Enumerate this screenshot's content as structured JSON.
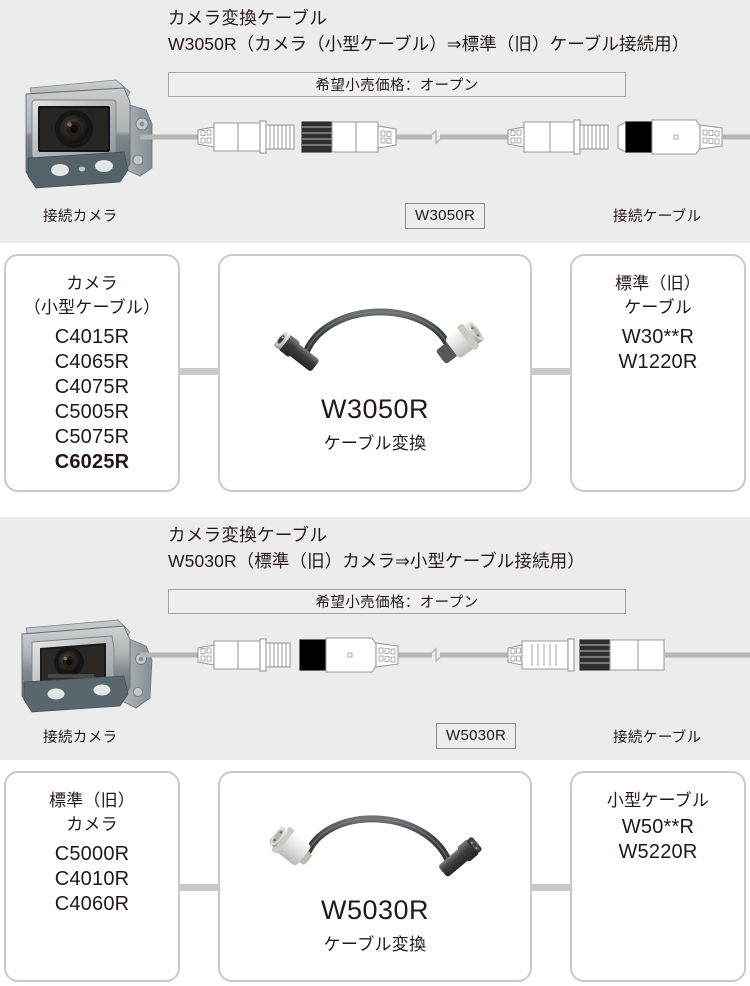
{
  "sections": [
    {
      "id": "w3050r",
      "header_line1": "カメラ変換ケーブル",
      "header_line2": "W3050R（カメラ（小型ケーブル）⇒標準（旧）ケーブル接続用）",
      "price_label": "希望小売価格：オープン",
      "left_label": "接続カメラ",
      "center_badge": "W3050R",
      "right_label": "接続ケーブル",
      "flow": {
        "left_card": {
          "head_line1": "カメラ",
          "head_line2": "（小型ケーブル）",
          "codes": [
            "C4015R",
            "C4065R",
            "C4075R",
            "C5005R",
            "C5075R",
            "C6025R"
          ],
          "bold_codes": [
            "C6025R"
          ]
        },
        "center_card": {
          "title": "W3050R",
          "subtitle": "ケーブル変換",
          "connector_left": "dark",
          "connector_right": "white"
        },
        "right_card": {
          "head_line1": "標準（旧）",
          "head_line2": "ケーブル",
          "codes": [
            "W30**R",
            "W1220R"
          ],
          "bold_codes": []
        }
      }
    },
    {
      "id": "w5030r",
      "header_line1": "カメラ変換ケーブル",
      "header_line2": "W5030R（標準（旧）カメラ⇒小型ケーブル接続用）",
      "price_label": "希望小売価格：オープン",
      "left_label": "接続カメラ",
      "center_badge": "W5030R",
      "right_label": "接続ケーブル",
      "flow": {
        "left_card": {
          "head_line1": "標準（旧）",
          "head_line2": "カメラ",
          "codes": [
            "C5000R",
            "C4010R",
            "C4060R"
          ],
          "bold_codes": []
        },
        "center_card": {
          "title": "W5030R",
          "subtitle": "ケーブル変換",
          "connector_left": "white",
          "connector_right": "dark"
        },
        "right_card": {
          "head_line1": "小型ケーブル",
          "head_line2": "",
          "codes": [
            "W50**R",
            "W5220R"
          ],
          "bold_codes": []
        }
      }
    }
  ],
  "colors": {
    "panel_bg": "#ececec",
    "page_bg": "#ffffff",
    "text": "#231815",
    "card_border": "#c8c9ca",
    "badge_border": "#8c8c8c",
    "price_border": "#a6a6a6",
    "link_bar": "#c8c9ca",
    "cable_dark": "#3f4245",
    "connector_white": "#e8e8e6",
    "camera_body": "#5d6a70",
    "camera_bezel": "#b9bcbd"
  },
  "icons": {
    "camera_compact": "compact-camera-photo",
    "camera_standard": "standard-camera-photo",
    "cable_break": "cable-break-symbol",
    "connector_plug": "connector-plug-lineart"
  }
}
